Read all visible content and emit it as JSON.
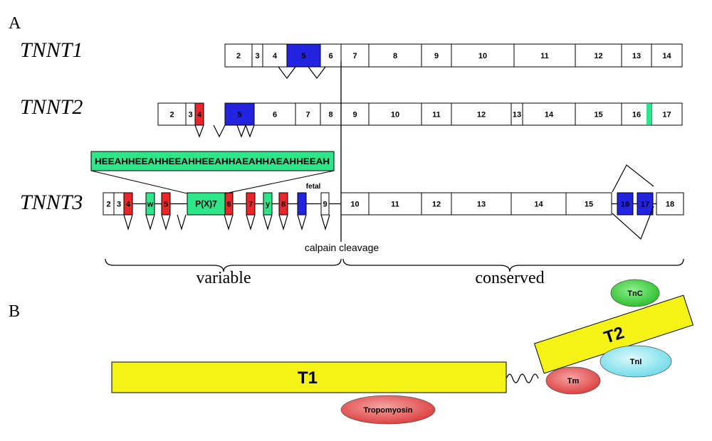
{
  "panels": {
    "a": "A",
    "b": "B"
  },
  "genes": {
    "tnnt1": {
      "name": "TNNT1",
      "exons": [
        {
          "label": "2",
          "color": "#ffffff"
        },
        {
          "label": "3",
          "color": "#ffffff"
        },
        {
          "label": "4",
          "color": "#ffffff"
        },
        {
          "label": "5",
          "color": "#2323e0"
        },
        {
          "label": "6",
          "color": "#ffffff"
        },
        {
          "label": "7",
          "color": "#ffffff"
        },
        {
          "label": "8",
          "color": "#ffffff"
        },
        {
          "label": "9",
          "color": "#ffffff"
        },
        {
          "label": "10",
          "color": "#ffffff"
        },
        {
          "label": "11",
          "color": "#ffffff"
        },
        {
          "label": "12",
          "color": "#ffffff"
        },
        {
          "label": "13",
          "color": "#ffffff"
        },
        {
          "label": "14",
          "color": "#ffffff"
        }
      ]
    },
    "tnnt2": {
      "name": "TNNT2",
      "exons": [
        {
          "label": "2",
          "color": "#ffffff"
        },
        {
          "label": "3",
          "color": "#ffffff"
        },
        {
          "label": "4",
          "color": "#e8262b"
        },
        {
          "label": "5",
          "color": "#2323e0"
        },
        {
          "label": "6",
          "color": "#ffffff"
        },
        {
          "label": "7",
          "color": "#ffffff"
        },
        {
          "label": "8",
          "color": "#ffffff"
        },
        {
          "label": "9",
          "color": "#ffffff"
        },
        {
          "label": "10",
          "color": "#ffffff"
        },
        {
          "label": "11",
          "color": "#ffffff"
        },
        {
          "label": "12",
          "color": "#ffffff"
        },
        {
          "label": "13",
          "color": "#ffffff"
        },
        {
          "label": "14",
          "color": "#ffffff"
        },
        {
          "label": "15",
          "color": "#ffffff"
        },
        {
          "label": "16",
          "color": "#ffffff"
        },
        {
          "label": "17",
          "color": "#ffffff"
        }
      ]
    },
    "tnnt3": {
      "name": "TNNT3",
      "exons": [
        {
          "label": "2",
          "color": "#ffffff"
        },
        {
          "label": "3",
          "color": "#ffffff"
        },
        {
          "label": "4",
          "color": "#e8262b"
        },
        {
          "label": "w",
          "color": "#2ee68a"
        },
        {
          "label": "5",
          "color": "#e8262b"
        },
        {
          "label": "P(X)7",
          "color": "#2ee68a"
        },
        {
          "label": "6",
          "color": "#e8262b"
        },
        {
          "label": "7",
          "color": "#e8262b"
        },
        {
          "label": "y",
          "color": "#2ee68a"
        },
        {
          "label": "8",
          "color": "#e8262b"
        },
        {
          "label": "",
          "color": "#2323e0"
        },
        {
          "label": "9",
          "color": "#ffffff"
        },
        {
          "label": "10",
          "color": "#ffffff"
        },
        {
          "label": "11",
          "color": "#ffffff"
        },
        {
          "label": "12",
          "color": "#ffffff"
        },
        {
          "label": "13",
          "color": "#ffffff"
        },
        {
          "label": "14",
          "color": "#ffffff"
        },
        {
          "label": "15",
          "color": "#ffffff"
        },
        {
          "label": "16",
          "color": "#2323e0"
        },
        {
          "label": "17",
          "color": "#2323e0"
        },
        {
          "label": "18",
          "color": "#ffffff"
        }
      ]
    }
  },
  "labels": {
    "fetal": "fetal",
    "sequence": "HEEAHHEEAHHEEAHHEEAHHAEAHHAEAHHEEAH",
    "calpain": "calpain cleavage",
    "variable": "variable",
    "conserved": "conserved"
  },
  "panel_b": {
    "t1": "T1",
    "t2": "T2",
    "tropomyosin": "Tropomyosin",
    "tm": "Tm",
    "tnc": "TnC",
    "tni": "TnI"
  },
  "colors": {
    "blue": "#2323e0",
    "red": "#e8262b",
    "green": "#2ee68a",
    "yellow": "#f5f216",
    "tnc_green": "#22cc22",
    "tni_cyan": "#7fe4f0",
    "pink_red": "#e85a5a"
  }
}
